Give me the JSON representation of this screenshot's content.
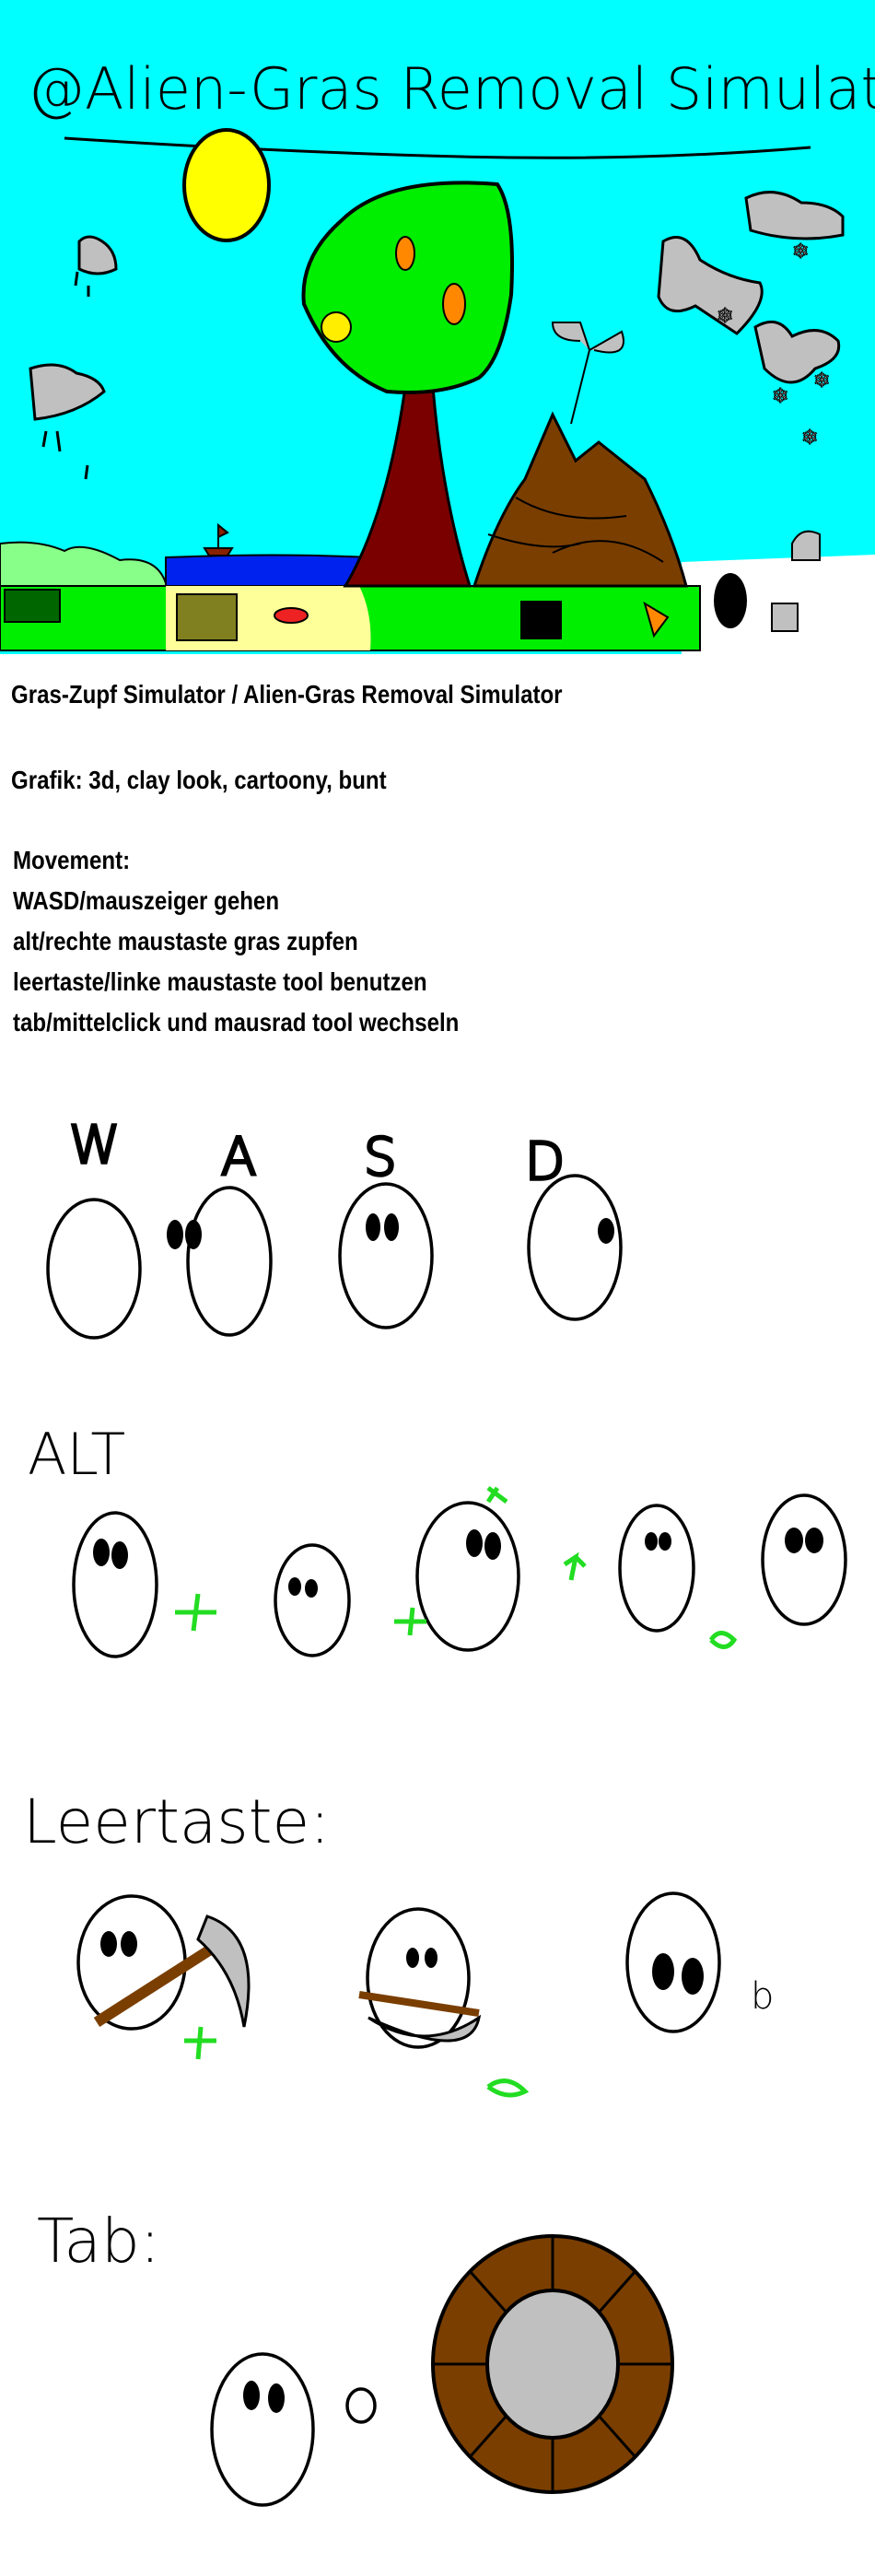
{
  "scene": {
    "title": "@Alien-Gras Removal Simulator@",
    "colors": {
      "sky": "#00FFFF",
      "sun": "#FFFF00",
      "grass": "#00EE00",
      "trunk": "#7A0000",
      "mountain": "#7A3E00",
      "water": "#0022EE",
      "sand": "#FFFF99",
      "snow": "#FFFFFF",
      "cloud": "#C0C0C0"
    }
  },
  "description": {
    "title_line": "Gras-Zupf Simulator / Alien-Gras Removal Simulator",
    "graphics_line": "Grafik: 3d, clay look, cartoony, bunt",
    "movement_heading": "Movement:",
    "controls": [
      "WASD/mauszeiger gehen",
      "alt/rechte maustaste gras zupfen",
      "leertaste/linke maustaste tool benutzen",
      "tab/mittelclick und mausrad tool wechseln"
    ]
  },
  "doodles": {
    "wasd_keys": [
      "W",
      "A",
      "S",
      "D"
    ],
    "alt_label": "ALT",
    "space_label": "Leertaste:",
    "tab_label": "Tab:"
  }
}
